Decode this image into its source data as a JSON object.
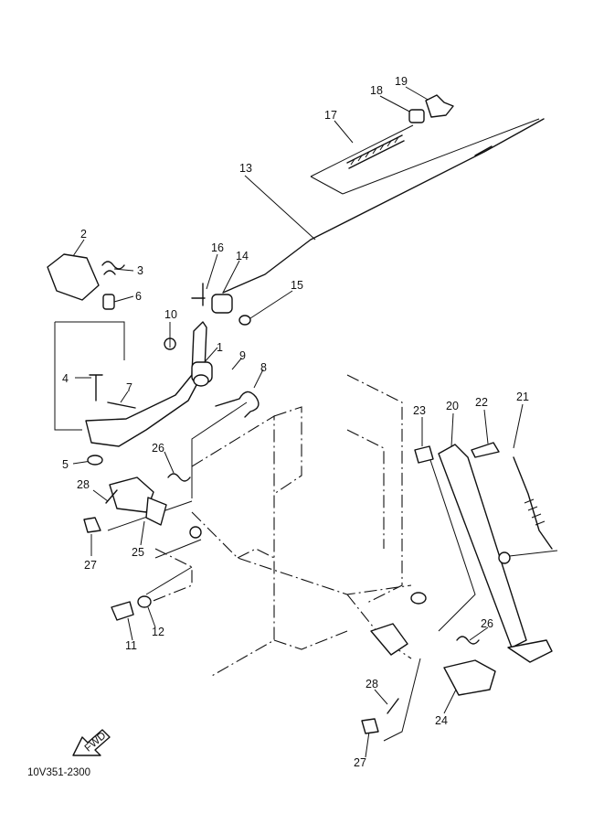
{
  "callouts": [
    {
      "id": "c1",
      "label": "1"
    },
    {
      "id": "c2",
      "label": "2"
    },
    {
      "id": "c3",
      "label": "3"
    },
    {
      "id": "c4",
      "label": "4"
    },
    {
      "id": "c5",
      "label": "5"
    },
    {
      "id": "c6",
      "label": "6"
    },
    {
      "id": "c7",
      "label": "7"
    },
    {
      "id": "c8",
      "label": "8"
    },
    {
      "id": "c9",
      "label": "9"
    },
    {
      "id": "c10",
      "label": "10"
    },
    {
      "id": "c11",
      "label": "11"
    },
    {
      "id": "c12",
      "label": "12"
    },
    {
      "id": "c13",
      "label": "13"
    },
    {
      "id": "c14",
      "label": "14"
    },
    {
      "id": "c15",
      "label": "15"
    },
    {
      "id": "c16",
      "label": "16"
    },
    {
      "id": "c17",
      "label": "17"
    },
    {
      "id": "c18",
      "label": "18"
    },
    {
      "id": "c19",
      "label": "19"
    },
    {
      "id": "c20",
      "label": "20"
    },
    {
      "id": "c21",
      "label": "21"
    },
    {
      "id": "c22",
      "label": "22"
    },
    {
      "id": "c23",
      "label": "23"
    },
    {
      "id": "c24",
      "label": "24"
    },
    {
      "id": "c25",
      "label": "25"
    },
    {
      "id": "c26a",
      "label": "26"
    },
    {
      "id": "c26b",
      "label": "26"
    },
    {
      "id": "c27a",
      "label": "27"
    },
    {
      "id": "c27b",
      "label": "27"
    },
    {
      "id": "c28a",
      "label": "28"
    },
    {
      "id": "c28b",
      "label": "28"
    }
  ],
  "fwd_label": "FWD",
  "diagram_code": "10V351-2300"
}
